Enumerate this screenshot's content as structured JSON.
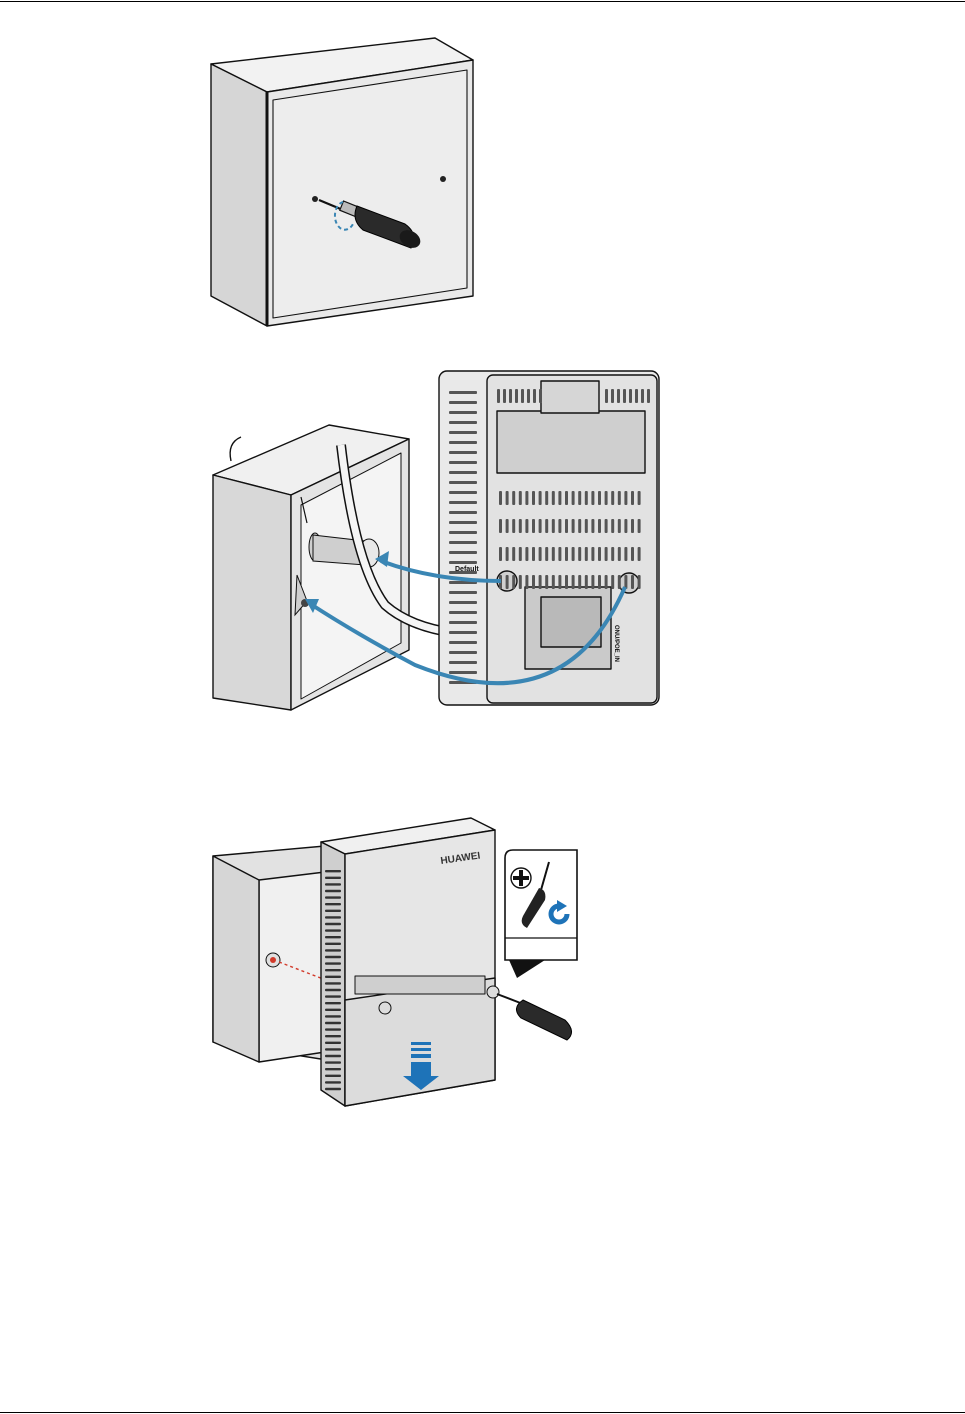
{
  "brand": {
    "logo_text": "HUAWEI"
  },
  "device_labels": {
    "reset": "Default",
    "port": "ONU/POE_IN"
  },
  "icons": {
    "screwdriver": "screwdriver-icon",
    "phillips": "phillips-cross-icon",
    "rotate": "rotate-clockwise-icon",
    "arrow": "direction-arrow-icon"
  },
  "colors": {
    "accent_blue": "#3a86b4",
    "arrow_blue": "#1e73b8",
    "guide_red": "#d23a2a",
    "line": "#111111",
    "panel": "#e6e6e6"
  }
}
